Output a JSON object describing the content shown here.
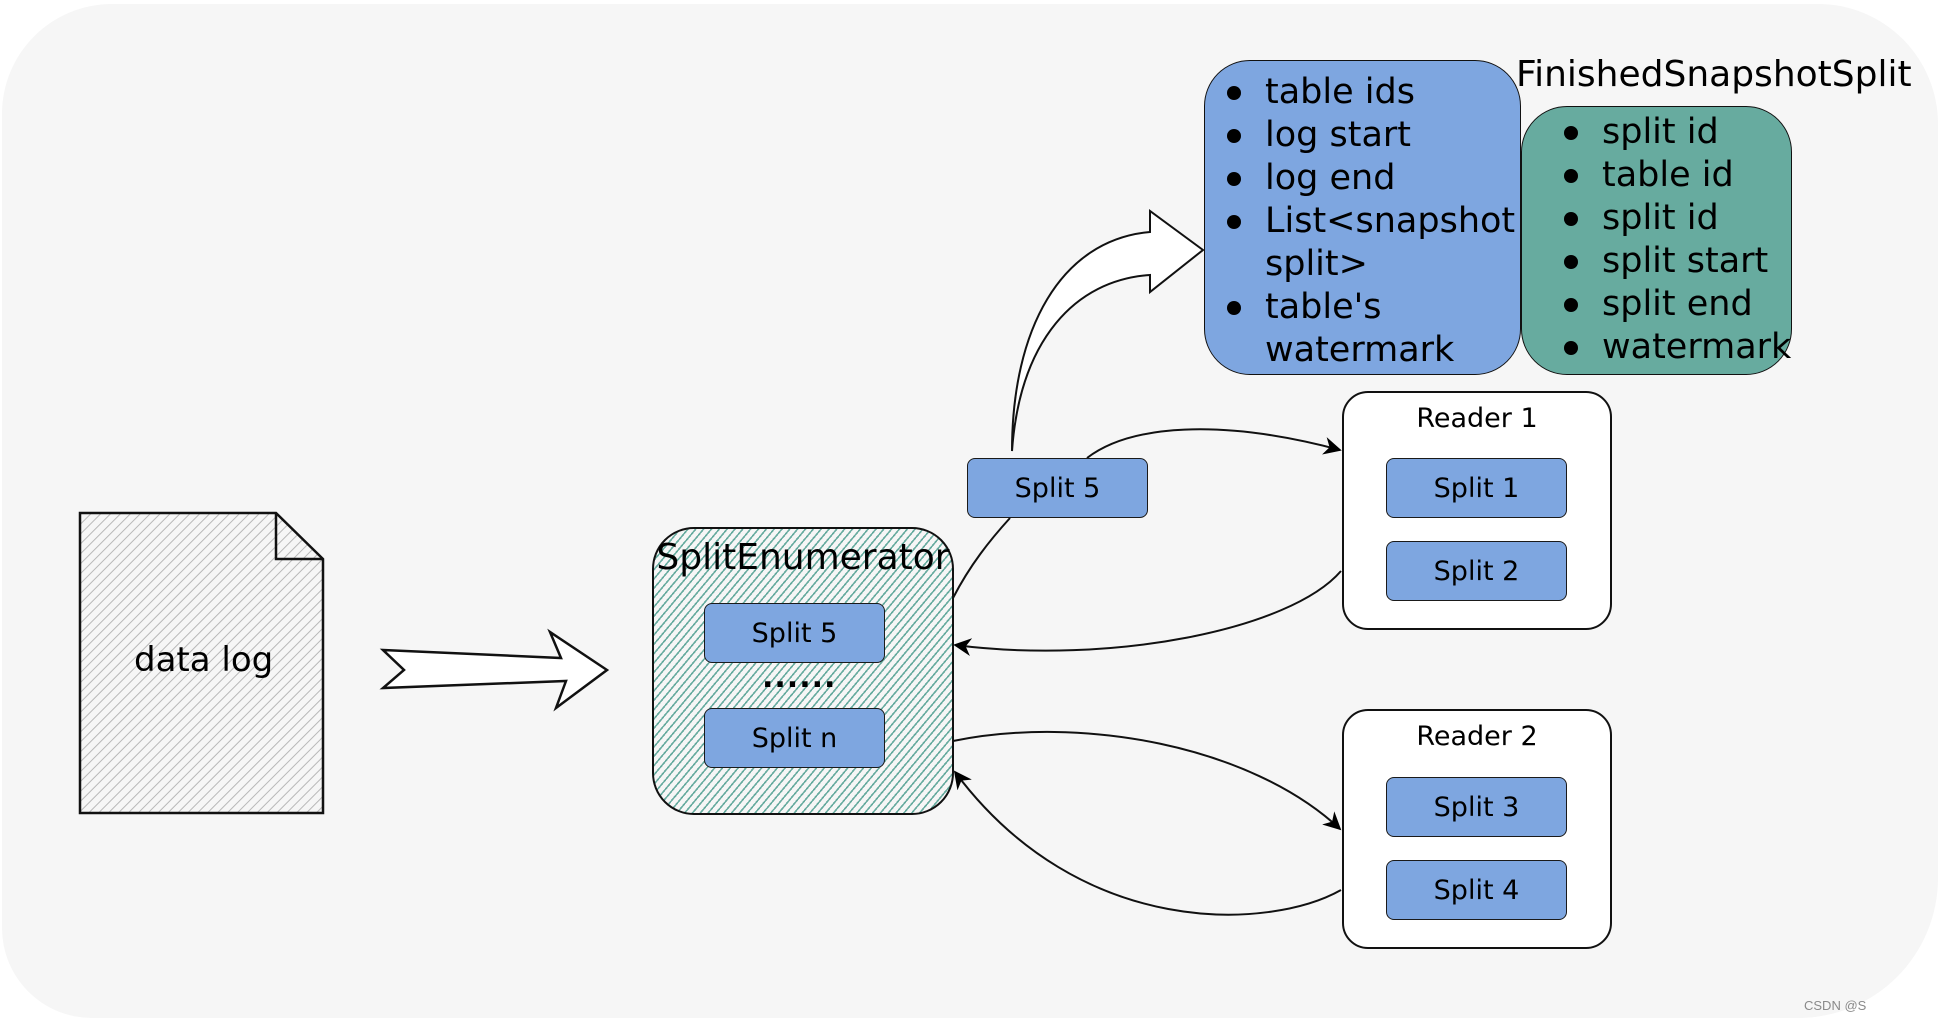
{
  "diagram": {
    "document": {
      "label": "data log",
      "icon": "document-icon"
    },
    "enumerator": {
      "title": "SplitEnumerator",
      "splits": [
        "Split 5",
        "Split n"
      ],
      "ellipsis": "......"
    },
    "floating_split": {
      "label": "Split 5"
    },
    "readers": [
      {
        "title": "Reader 1",
        "splits": [
          "Split 1",
          "Split 2"
        ]
      },
      {
        "title": "Reader 2",
        "splits": [
          "Split 3",
          "Split 4"
        ]
      }
    ],
    "stream_split_fields": [
      "table ids",
      "log start",
      "log end",
      "List<snapshot split>",
      "table's watermark"
    ],
    "finished_snapshot_split": {
      "title": "FinishedSnapshotSplit",
      "fields": [
        "split id",
        "table id",
        "split id",
        "split start",
        "split end",
        "watermark"
      ]
    },
    "colors": {
      "split_fill": "#7ea6e0",
      "finished_fill": "#67ab9f",
      "enumerator_hatch": "#67ab9f",
      "document_hatch": "#b8b8b8",
      "background": "#f6f6f6"
    }
  },
  "watermark": "CSDN @S"
}
